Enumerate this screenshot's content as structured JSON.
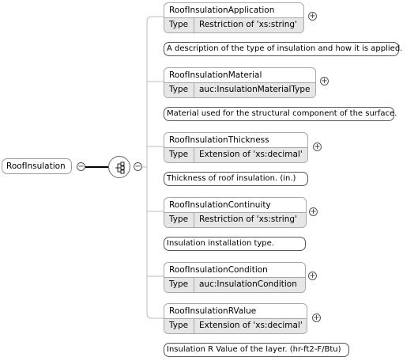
{
  "root": {
    "label": "RoofInsulation",
    "toggle": "−"
  },
  "type_key": "Type",
  "elements": [
    {
      "name": "RoofInsulationApplication",
      "type": "Restriction of 'xs:string'",
      "doc": "A description of the type of insulation and how it is applied."
    },
    {
      "name": "RoofInsulationMaterial",
      "type": "auc:InsulationMaterialType",
      "doc": "Material used for the structural component of the surface."
    },
    {
      "name": "RoofInsulationThickness",
      "type": "Extension of 'xs:decimal'",
      "doc": "Thickness of roof insulation. (in.)"
    },
    {
      "name": "RoofInsulationContinuity",
      "type": "Restriction of 'xs:string'",
      "doc": "Insulation installation type."
    },
    {
      "name": "RoofInsulationCondition",
      "type": "auc:InsulationCondition",
      "doc": ""
    },
    {
      "name": "RoofInsulationRValue",
      "type": "Extension of 'xs:decimal'",
      "doc": "Insulation R Value of the layer. (hr-ft2-F/Btu)"
    }
  ],
  "expand_symbol": "+",
  "collapse_symbol": "−"
}
